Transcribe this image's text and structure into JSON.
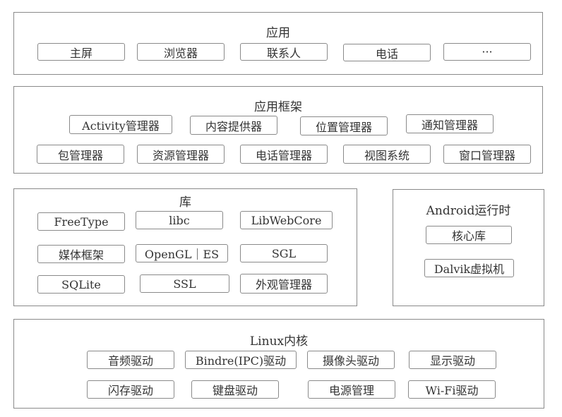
{
  "applications": {
    "title": "应用",
    "items": [
      "主屏",
      "浏览器",
      "联系人",
      "电话",
      "···"
    ]
  },
  "framework": {
    "title": "应用框架",
    "row1": [
      "Activity管理器",
      "内容提供器",
      "位置管理器",
      "通知管理器"
    ],
    "row2": [
      "包管理器",
      "资源管理器",
      "电话管理器",
      "视图系统",
      "窗口管理器"
    ]
  },
  "libraries": {
    "title": "库",
    "items": [
      "FreeType",
      "libc",
      "LibWebCore",
      "媒体框架",
      "OpenGL｜ES",
      "SGL",
      "SQLite",
      "SSL",
      "外观管理器"
    ]
  },
  "runtime": {
    "title": "Android运行时",
    "items": [
      "核心库",
      "Dalvik虚拟机"
    ]
  },
  "kernel": {
    "title": "Linux内核",
    "items": [
      "音频驱动",
      "Bindre(IPC)驱动",
      "摄像头驱动",
      "显示驱动",
      "闪存驱动",
      "键盘驱动",
      "电源管理",
      "Wi-Fi驱动"
    ]
  }
}
